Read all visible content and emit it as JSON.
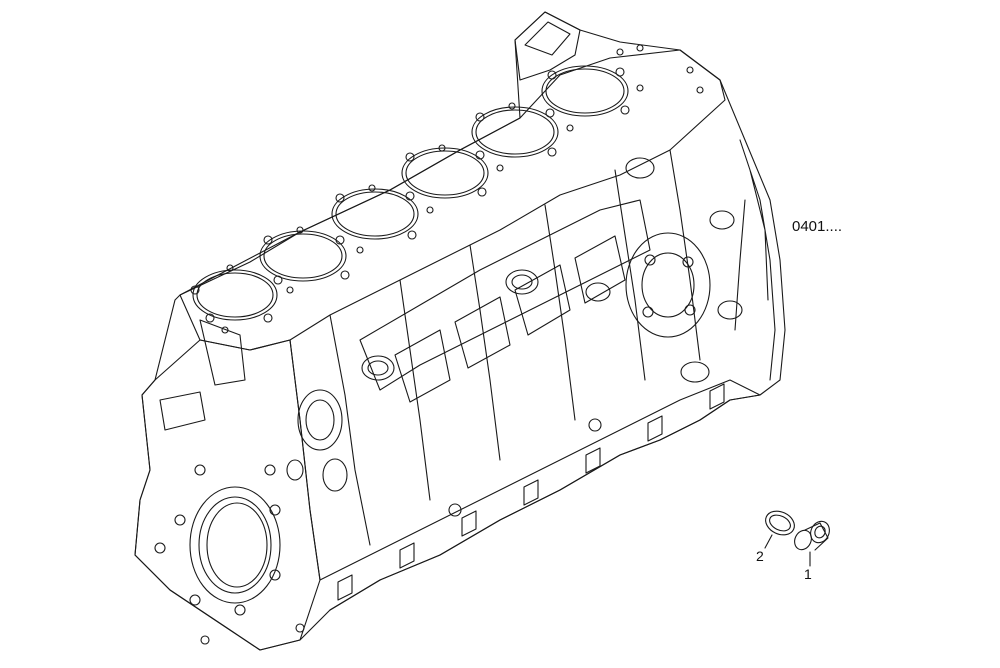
{
  "diagram": {
    "reference_code": "0401....",
    "callouts": [
      {
        "id": "1",
        "part": "plug"
      },
      {
        "id": "2",
        "part": "sealing-ring"
      }
    ],
    "line_color": "#1a1a1a",
    "background": "#ffffff"
  }
}
